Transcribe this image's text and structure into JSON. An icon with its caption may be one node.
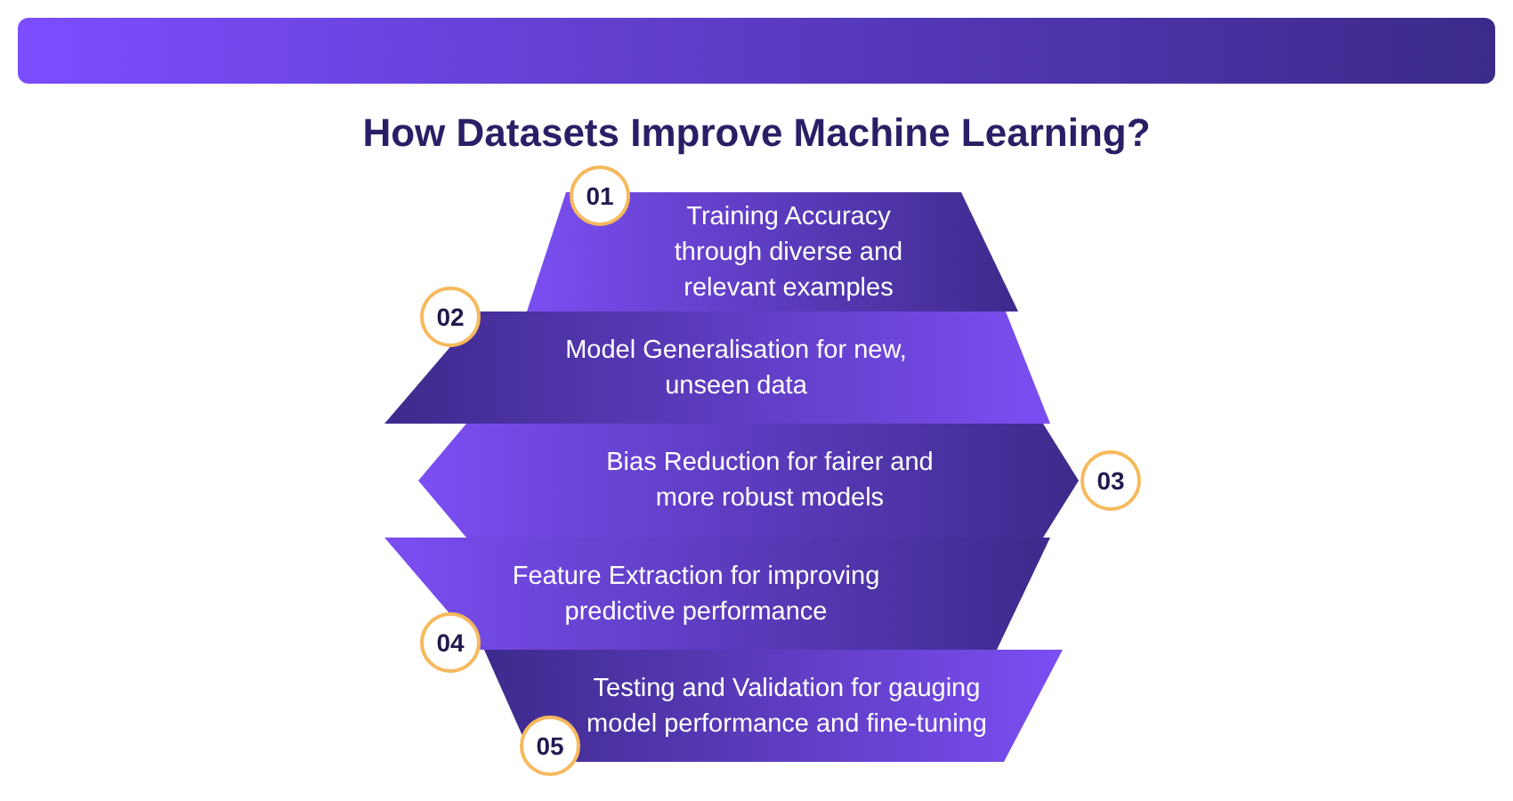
{
  "diagram": {
    "title": "How Datasets Improve Machine Learning?",
    "nodes": [
      {
        "text": [
          "Training Accuracy through diverse and relevant examples"
        ]
      },
      {
        "text": [
          "01"
        ]
      },
      {
        "text": [
          "Model Generalisation for new, unseen data"
        ]
      },
      {
        "text": [
          "02"
        ]
      },
      {
        "text": [
          "Bias Reduction for fairer and more robust models"
        ]
      },
      {
        "text": [
          "03"
        ]
      },
      {
        "text": [
          "Feature Extraction for improving predictive performance"
        ]
      },
      {
        "text": [
          "04"
        ]
      },
      {
        "text": [
          "Testing and Validation for gauging model performance and fine-tuning"
        ]
      },
      {
        "text": [
          "05"
        ]
      }
    ]
  }
}
